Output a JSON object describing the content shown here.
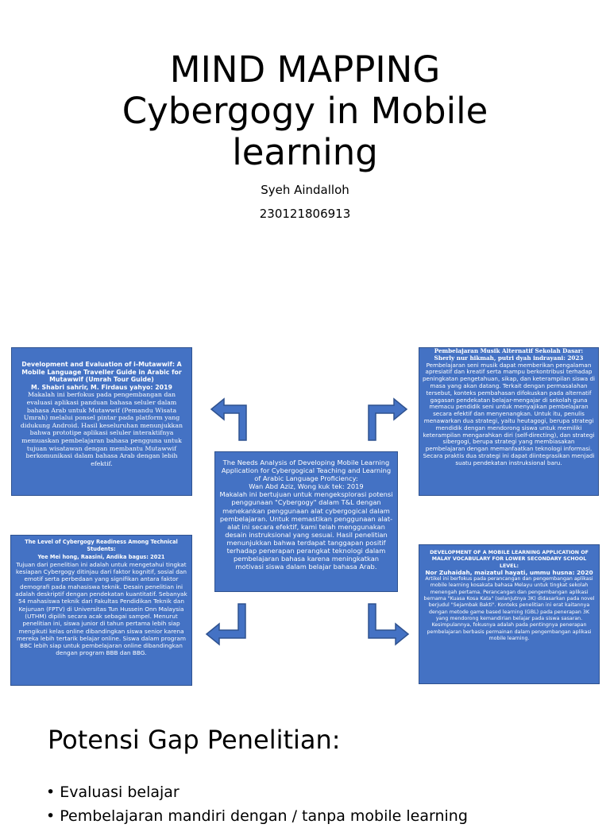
{
  "title": {
    "line1": "MIND MAPPING",
    "line2": "Cybergogy in Mobile",
    "line3": "learning"
  },
  "author": "Syeh Aindalloh",
  "student_id": "230121806913",
  "boxes": {
    "top_left": {
      "heading": "Development and Evaluation of i-Mutawwif: A Mobile Language Traveller Guide in Arabic for Mutawwif (Umrah Tour Guide)",
      "authors": "M. Shabri sahrir, M. Firdaus yahyo: 2019",
      "body": "Makalah ini berfokus pada pengembangan dan evaluasi aplikasi panduan bahasa seluler dalam bahasa Arab untuk Mutawwif (Pemandu Wisata Umrah) melalui ponsel pintar pada platform yang didukung Android. Hasil keseluruhan menunjukkan bahwa prototipe aplikasi seluler interaktifnya memuaskan pembelajaran bahasa pengguna untuk tujuan wisatawan dengan membantu Mutawwif berkomunikasi dalam bahasa Arab dengan lebih efektif."
    },
    "top_right": {
      "heading": "Pembelajaran Musik Alternatif Sekolah Dasar:",
      "authors": "Sherly nur hikmah, putri dyah indrayani: 2023",
      "body": "Pembelajaran seni musik dapat memberikan pengalaman apresiatif dan kreatif serta mampu berkontribusi terhadap peningkatan pengetahuan, sikap, dan keterampilan siswa di masa yang akan datang. Terkait dengan permasalahan tersebut, konteks pembahasan difokuskan pada alternatif gagasan pendekatan belajar-mengajar di sekolah guna memacu pendidik seni untuk menyajikan pembelajaran secara efektif dan menyenangkan. Untuk itu, penulis menawarkan dua strategi, yaitu heutagogi, berupa strategi mendidik dengan mendorong siswa untuk memiliki keterampilan mengarahkan diri (self-directing), dan strategi sibergogi, berupa strategi yang membiasakan pembelajaran dengan memanfaatkan teknologi informasi. Secara praktis dua strategi ini dapat diintegrasikan menjadi suatu pendekatan instruksional baru."
    },
    "center": {
      "heading": "The Needs Analysis of Developing Mobile Learning Application for Cybergogical Teaching and Learning of Arabic Language Proficiency:",
      "authors": "Wan Abd Aziz, Wong kuk tek: 2019",
      "body": "Makalah ini bertujuan untuk mengeksplorasi potensi penggunaan \"Cybergogy\" dalam T&L dengan menekankan penggunaan alat cybergogical dalam pembelajaran. Untuk memastikan penggunaan alat-alat ini secara efektif, kami telah menggunakan desain instruksional yang sesuai. Hasil penelitian menunjukkan bahwa terdapat tanggapan positif terhadap penerapan perangkat teknologi dalam pembelajaran bahasa karena meningkatkan motivasi siswa dalam belajar bahasa Arab."
    },
    "bottom_left": {
      "heading": "The Level of Cybergogy Readiness Among Technical Students:",
      "authors": "Yee Mei hong, Raasini, Andika bagus: 2021",
      "body": "Tujuan dari penelitian ini adalah untuk mengetahui tingkat kesiapan Cybergogy ditinjau dari faktor kognitif, sosial dan emotif serta perbedaan yang signifikan antara faktor demografi pada mahasiswa teknik. Desain penelitian ini adalah deskriptif dengan pendekatan kuantitatif. Sebanyak 54 mahasiswa teknik dari Fakultas Pendidikan Teknik dan Kejuruan (FPTV) di Universitas Tun Hussein Onn Malaysia (UTHM) dipilih secara acak sebagai sampel. Menurut penelitian ini, siswa junior di tahun pertama lebih siap mengikuti kelas online dibandingkan siswa senior karena mereka lebih tertarik belajar online. Siswa dalam program BBC lebih siap untuk pembelajaran online dibandingkan dengan program BBB dan BBG."
    },
    "bottom_right": {
      "heading": "DEVELOPMENT OF A MOBILE LEARNING APPLICATION OF MALAY VOCABULARY FOR LOWER SECONDARY SCHOOL LEVEL:",
      "authors": "Nor Zuhaidah, maizatul hayati, ummu husna: 2020",
      "body": "Artikel ini berfokus pada perancangan dan pengembangan aplikasi mobile learning kosakata bahasa Melayu untuk tingkat sekolah menengah pertama. Perancangan dan pengembangan aplikasi bernama \"Kuasa Kosa Kata\" (selanjutnya 3K) didasarkan pada novel berjudul \"Sejambak Bakti\". Konteks penelitian ini erat kaitannya dengan metode game based learning (GBL) pada penerapan 3K yang mendorong kemandirian belajar pada siswa sasaran. Kesimpulannya, fokusnya adalah pada pentingnya penerapan pembelajaran berbasis permainan dalam pengembangan aplikasi mobile learning."
    }
  },
  "gap_section": {
    "title": "Potensi Gap Penelitian:",
    "items": [
      "Evaluasi belajar",
      "Pembelajaran mandiri dengan / tanpa mobile learning"
    ]
  },
  "colors": {
    "box_fill": "#4472C4",
    "box_border": "#2F528F",
    "arrow_fill": "#4472C4"
  }
}
